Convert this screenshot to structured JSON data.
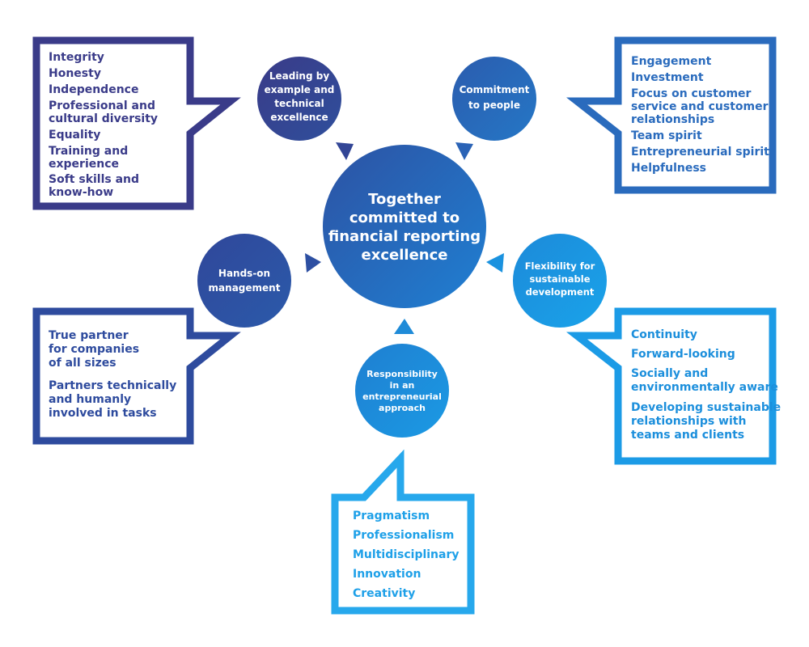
{
  "colors": {
    "navy": "#3a3b89",
    "blue1": "#2b53a6",
    "blue2": "#2a66b9",
    "blue3": "#2a72c6",
    "blue4": "#1a86d8",
    "light": "#1c9be6",
    "lightest": "#27a8ec"
  },
  "center": {
    "lines": [
      "Together",
      "committed to",
      "financial reporting",
      "excellence"
    ]
  },
  "nodes": [
    {
      "id": "leading",
      "lines": [
        "Leading by",
        "example and",
        "technical",
        "excellence"
      ]
    },
    {
      "id": "commitment",
      "lines": [
        "Commitment",
        "to people"
      ]
    },
    {
      "id": "hands-on",
      "lines": [
        "Hands-on",
        "management"
      ]
    },
    {
      "id": "flexibility",
      "lines": [
        "Flexibility for",
        "sustainable",
        "development"
      ]
    },
    {
      "id": "responsibility",
      "lines": [
        "Responsibility",
        "in an",
        "entrepreneurial",
        "approach"
      ]
    }
  ],
  "boxes": [
    {
      "id": "leading",
      "items": [
        [
          "Integrity"
        ],
        [
          "Honesty"
        ],
        [
          "Independence"
        ],
        [
          "Professional and",
          "cultural diversity"
        ],
        [
          "Equality"
        ],
        [
          "Training and",
          "experience"
        ],
        [
          "Soft skills and",
          "know-how"
        ]
      ]
    },
    {
      "id": "commitment",
      "items": [
        [
          "Engagement"
        ],
        [
          "Investment"
        ],
        [
          "Focus on customer",
          "service and customer",
          "relationships"
        ],
        [
          "Team spirit"
        ],
        [
          "Entrepreneurial spirit"
        ],
        [
          "Helpfulness"
        ]
      ]
    },
    {
      "id": "hands-on",
      "items": [
        [
          "True partner",
          "for companies",
          "of all sizes"
        ],
        [
          "Partners technically",
          "and humanly",
          "involved in tasks"
        ]
      ]
    },
    {
      "id": "flexibility",
      "items": [
        [
          "Continuity"
        ],
        [
          "Forward-looking"
        ],
        [
          "Socially and",
          "environmentally aware"
        ],
        [
          "Developing sustainable",
          "relationships with",
          "teams and clients"
        ]
      ]
    },
    {
      "id": "responsibility",
      "items": [
        [
          "Pragmatism"
        ],
        [
          "Professionalism"
        ],
        [
          "Multidisciplinary"
        ],
        [
          "Innovation"
        ],
        [
          "Creativity"
        ]
      ]
    }
  ]
}
